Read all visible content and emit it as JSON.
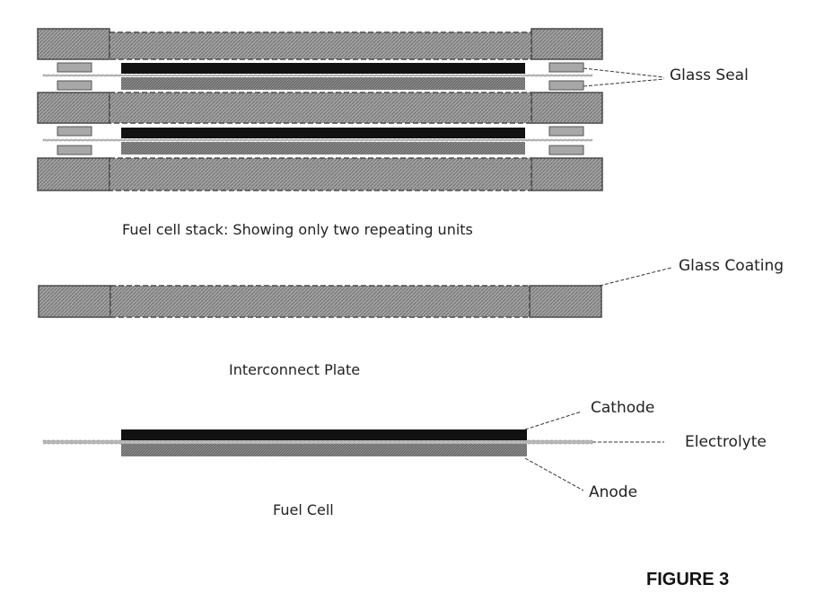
{
  "labels": {
    "glass_seal": "Glass Seal",
    "glass_coating": "Glass Coating",
    "cathode": "Cathode",
    "electrolyte": "Electrolyte",
    "anode": "Anode"
  },
  "captions": {
    "stack": "Fuel cell stack: Showing only two repeating units",
    "interconnect": "Interconnect Plate",
    "fuel_cell": "Fuel Cell"
  },
  "figure_label": "FIGURE 3",
  "colors": {
    "plate_fill": "#9a9a9a",
    "plate_stroke": "#4a4a4a",
    "cathode": "#111111",
    "anode": "#8f8f8f",
    "electrolyte": "#b8b8b8",
    "seal_fill": "#a8a8a8",
    "background": "#ffffff"
  }
}
